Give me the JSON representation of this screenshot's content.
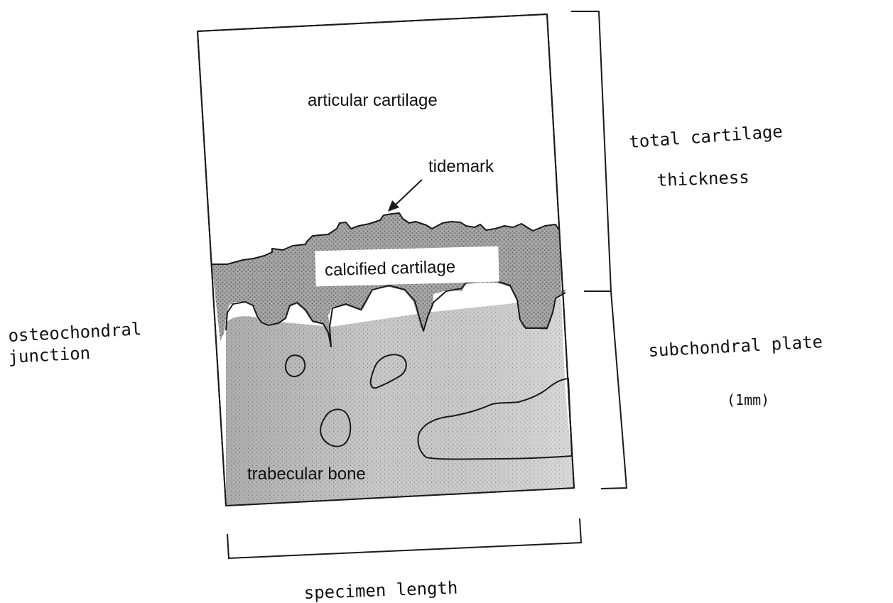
{
  "diagram": {
    "labels": {
      "articular_cartilage": "articular cartilage",
      "tidemark": "tidemark",
      "calcified_cartilage": "calcified cartilage",
      "trabecular_bone": "trabecular bone",
      "total_cartilage_thickness_line1": "total cartilage",
      "total_cartilage_thickness_line2": "thickness",
      "subchondral_plate": "subchondral plate",
      "subchondral_plate_size": "(1mm)",
      "osteochondral_junction_line1": "osteochondral",
      "osteochondral_junction_line2": "junction",
      "specimen_length": "specimen length"
    },
    "colors": {
      "calcified_fill": "#9a9a9a",
      "bone_fill": "#cdcdcd",
      "outline": "#1a1a1a"
    }
  }
}
